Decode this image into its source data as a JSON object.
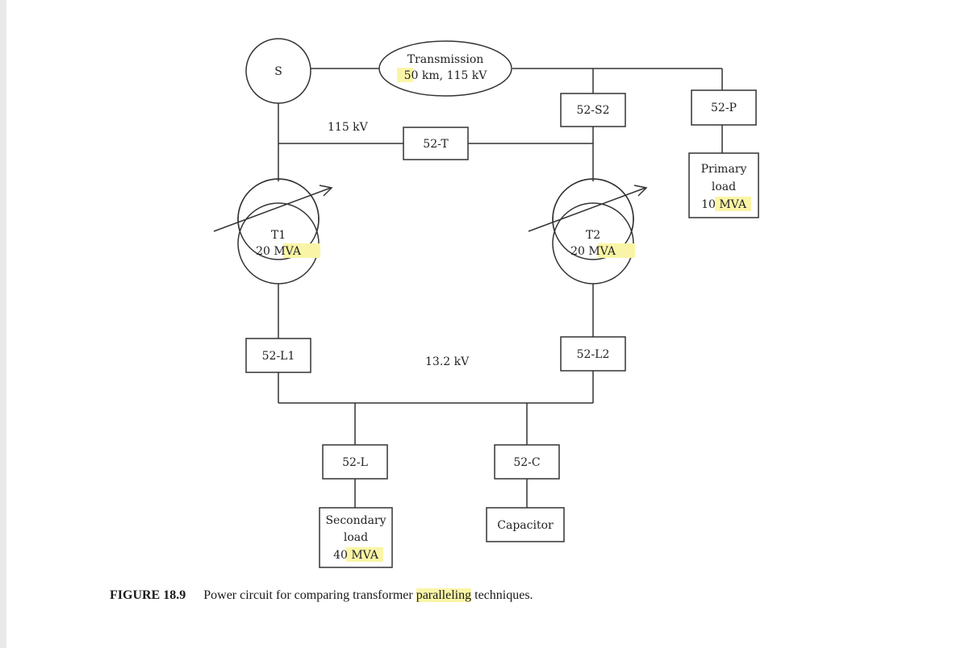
{
  "diagram": {
    "source": "S",
    "transmission": {
      "line1": "Transmission",
      "line2_num": "50",
      "line2_rest": " km, 115 kV"
    },
    "voltage_hv": "115 kV",
    "voltage_lv": "13.2 kV",
    "breaker_tie": "52-T",
    "breaker_s2": "52-S2",
    "breaker_primary": "52-P",
    "primary_load": {
      "line1": "Primary",
      "line2": "load",
      "line3_num": "10 ",
      "line3_unit": "MVA"
    },
    "t1": {
      "name": "T1",
      "rating_num": "20 ",
      "rating_unit": "MVA"
    },
    "t2": {
      "name": "T2",
      "rating_num": "20 ",
      "rating_unit": "MVA"
    },
    "breaker_l1": "52-L1",
    "breaker_l2": "52-L2",
    "breaker_l": "52-L",
    "breaker_c": "52-C",
    "secondary_load": {
      "line1": "Secondary",
      "line2": "load",
      "line3_num": "40 ",
      "line3_unit": "MVA"
    },
    "capacitor": "Capacitor"
  },
  "caption": {
    "figure_number": "FIGURE 18.9",
    "text_before": "Power circuit for comparing transformer ",
    "highlight": "paralleling",
    "text_after": " techniques."
  },
  "colors": {
    "highlight": "#faf5a6",
    "line": "#333333"
  }
}
